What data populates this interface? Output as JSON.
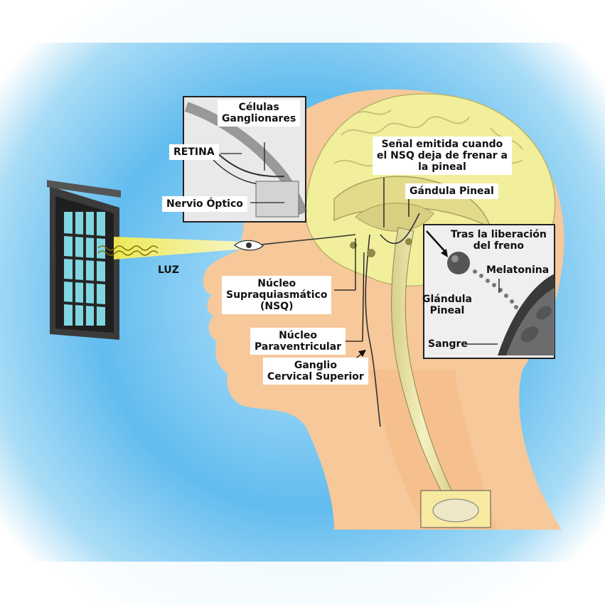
{
  "colors": {
    "sky": "#5fb8ec",
    "skin": "#f7c89a",
    "brain": "#f2ef9c",
    "window_frame": "#3b3b3b",
    "window_glass": "#7fd6e0",
    "light_beam": "#f6f079"
  },
  "labels": {
    "celulas_ganglionares": [
      "Células",
      "Ganglionares"
    ],
    "retina": "RETINA",
    "nervio_optico": "Nervio Óptico",
    "luz": "LUZ",
    "senal": [
      "Señal emitida cuando",
      "el NSQ deja de frenar a",
      "la pineal"
    ],
    "gandula_pineal": "Gándula Pineal",
    "tras_liberacion": [
      "Tras la liberación",
      "del freno"
    ],
    "melatonina": "Melatonina",
    "glandula_pineal": [
      "Glándula",
      "Pineal"
    ],
    "sangre": "Sangre",
    "nucleo_supraquiasmatico": [
      "Núcleo",
      "Supraquiasmático",
      "(NSQ)"
    ],
    "nucleo_paraventricular": [
      "Núcleo",
      "Paraventricular"
    ],
    "ganglio_cervical": [
      "Ganglio",
      "Cervical Superior"
    ]
  }
}
